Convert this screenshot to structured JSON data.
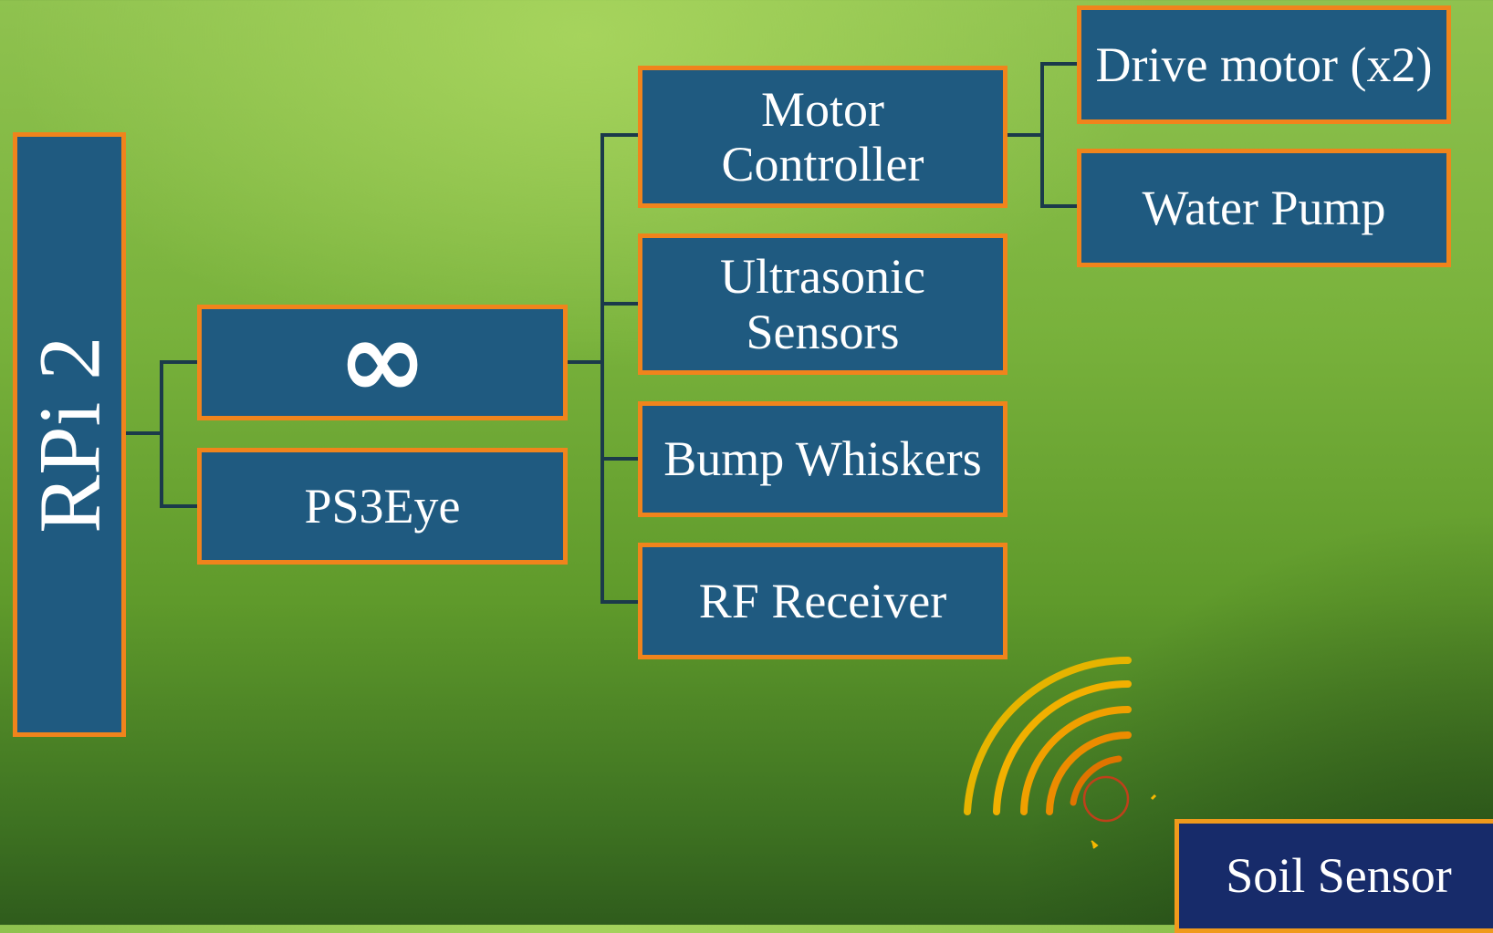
{
  "diagram": {
    "root": {
      "label": "RPi 2"
    },
    "level1": [
      {
        "id": "infinity",
        "glyph": "∞"
      },
      {
        "id": "ps3eye",
        "label": "PS3Eye"
      }
    ],
    "level2": [
      {
        "id": "motor-controller",
        "lines": [
          "Motor",
          "Controller"
        ]
      },
      {
        "id": "ultrasonic",
        "lines": [
          "Ultrasonic",
          "Sensors"
        ]
      },
      {
        "id": "bump",
        "label": "Bump Whiskers"
      },
      {
        "id": "rf",
        "label": "RF Receiver"
      }
    ],
    "level3": [
      {
        "id": "drive",
        "label": "Drive motor (x2)"
      },
      {
        "id": "pump",
        "label": "Water Pump"
      }
    ],
    "soil_sensor": {
      "label": "Soil Sensor"
    }
  },
  "colors": {
    "box_fill": "#1f5a80",
    "box_border": "#f0841c",
    "soil_fill": "#172b6a",
    "connector": "#1b3a4a",
    "signal_arcs": [
      "#e0a800",
      "#f5b800",
      "#f0a000",
      "#e88a00",
      "#e07000"
    ],
    "background": "#79b23c"
  },
  "icons": {
    "signal": "signal-waves-icon"
  }
}
